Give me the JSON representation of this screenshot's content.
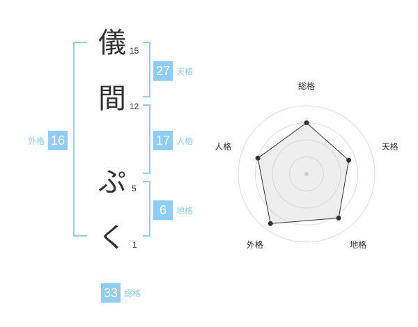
{
  "characters": [
    {
      "char": "儀",
      "strokes": "15"
    },
    {
      "char": "間",
      "strokes": "12"
    },
    {
      "char": "ぷ",
      "strokes": "5"
    },
    {
      "char": "く",
      "strokes": "1"
    }
  ],
  "kakusu": {
    "tenkaku": {
      "value": "27",
      "label": "天格"
    },
    "jinkaku": {
      "value": "17",
      "label": "人格"
    },
    "chikaku": {
      "value": "6",
      "label": "地格"
    },
    "gaikaku": {
      "value": "16",
      "label": "外格"
    },
    "soukaku": {
      "value": "33",
      "label": "総格"
    }
  },
  "colors": {
    "accent": "#8ecdf6",
    "text": "#333333"
  },
  "chart_data": {
    "type": "radar",
    "axes": [
      "総格",
      "天格",
      "地格",
      "外格",
      "人格"
    ],
    "values": [
      0.75,
      0.65,
      0.8,
      0.9,
      0.75
    ],
    "range": [
      0,
      1
    ],
    "rings": 4
  }
}
